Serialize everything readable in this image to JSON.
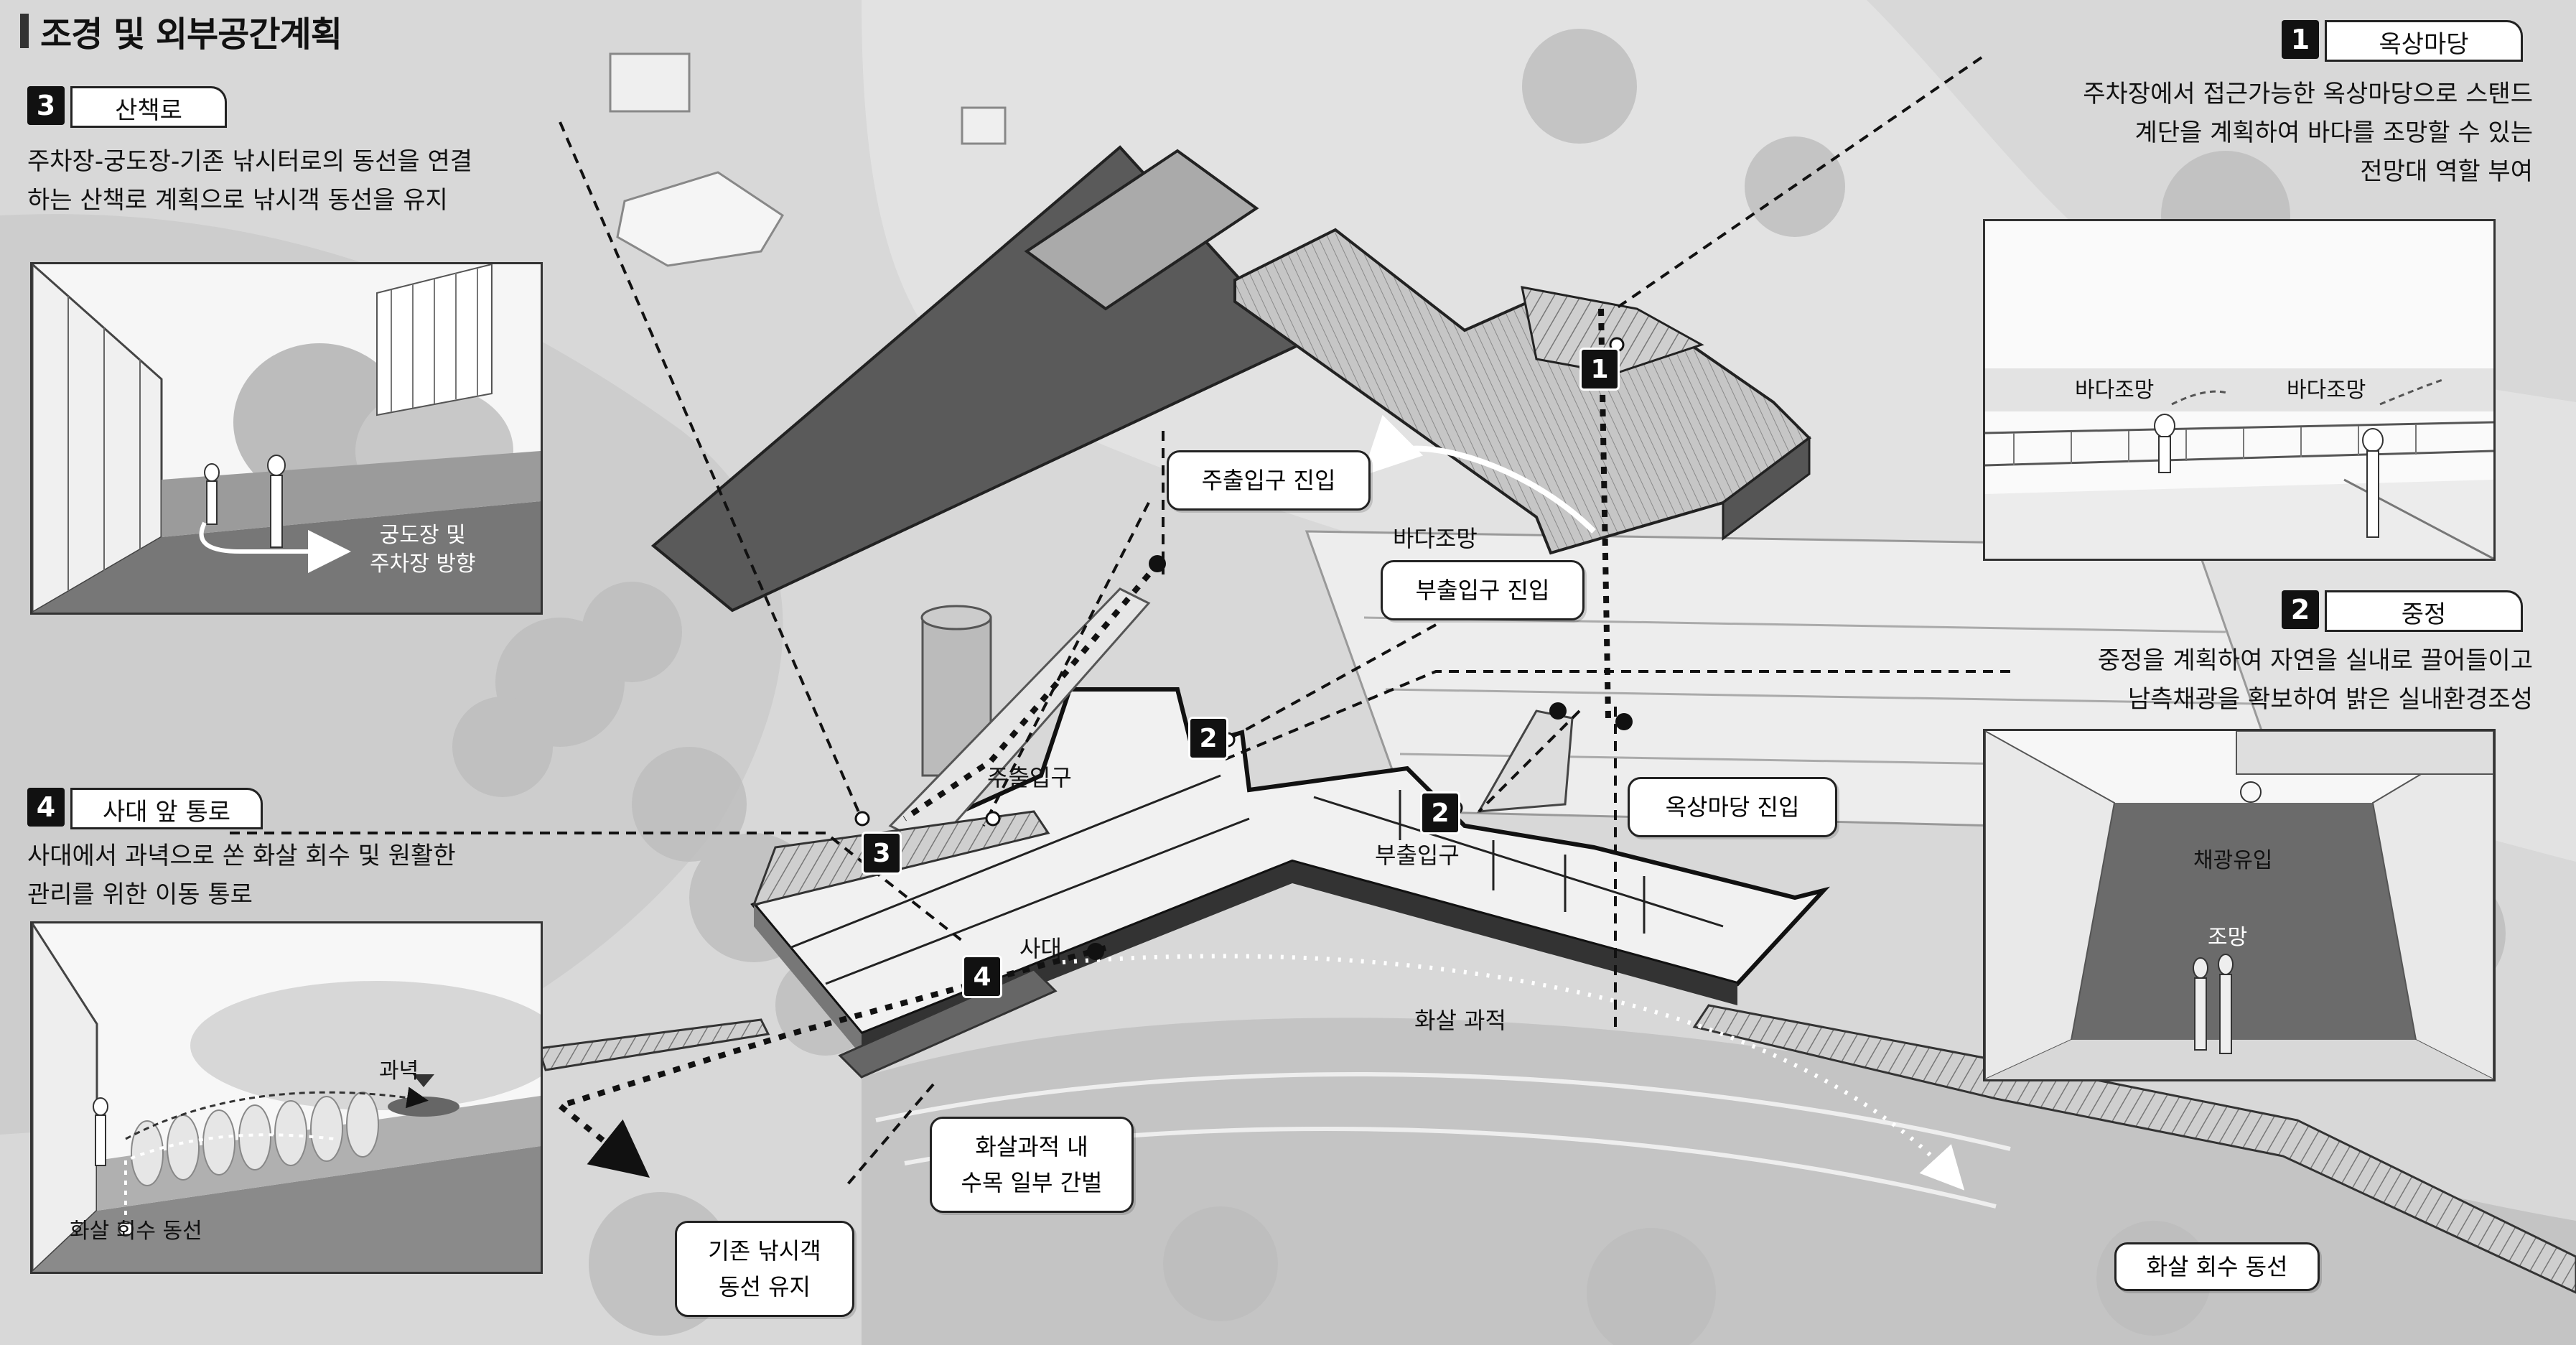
{
  "title": "조경 및 외부공간계획",
  "sections": [
    {
      "num": "1",
      "name": "옥상마당",
      "lines": [
        "주차장에서 접근가능한 옥상마당으로 스탠드",
        "계단을 계획하여 바다를 조망할 수 있는",
        "전망대 역할 부여"
      ]
    },
    {
      "num": "2",
      "name": "중정",
      "lines": [
        "중정을 계획하여 자연을 실내로 끌어들이고",
        "남측채광을 확보하여 밝은 실내환경조성"
      ]
    },
    {
      "num": "3",
      "name": "산책로",
      "lines": [
        "주차장-궁도장-기존 낚시터로의 동선을 연결",
        "하는 산책로 계획으로 낚시객 동선을 유지"
      ]
    },
    {
      "num": "4",
      "name": "사대 앞 통로",
      "lines": [
        "사대에서 과녁으로 쏜 화살 회수 및 원활한",
        "관리를 위한 이동 통로"
      ]
    }
  ],
  "photo_labels": {
    "p1_a": "바다조망",
    "p1_b": "바다조망",
    "p2_a": "채광유입",
    "p2_b": "조망",
    "p3_line1": "궁도장 및",
    "p3_line2": "주차장 방향",
    "p4_a": "과녁",
    "p4_b": "화살 회수 동선"
  },
  "callouts": {
    "main_entry": "주출입구 진입",
    "sub_entry": "부출입구 진입",
    "roof_entry": "옥상마당 진입",
    "trees_line1": "화살과적 내",
    "trees_line2": "수목 일부 간벌",
    "angler_line1": "기존 낚시객",
    "angler_line2": "동선 유지",
    "arrow_return": "화살 회수 동선"
  },
  "plan_labels": {
    "sea_view": "바다조망",
    "main_door": "주출입구",
    "sub_door": "부출입구",
    "shooting_line": "사대",
    "arrow_path": "화살 과적"
  },
  "badges": [
    "1",
    "2",
    "2",
    "3",
    "4"
  ]
}
